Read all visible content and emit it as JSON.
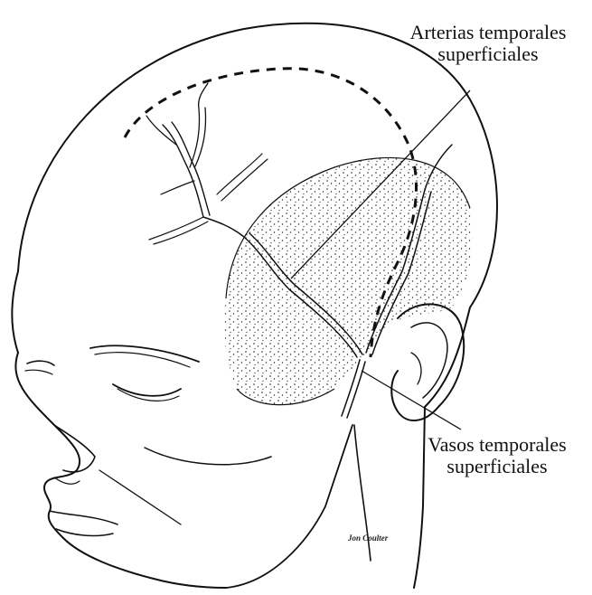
{
  "labels": {
    "superficial_temporal_arteries": "Arterias temporales superficiales",
    "superficial_temporal_arteries_line1": "Arterias temporales",
    "superficial_temporal_arteries_line2": "superficiales",
    "superficial_temporal_vessels_line1": "Vasos temporales",
    "superficial_temporal_vessels_line2": "superficiales"
  },
  "signature": "Jon Coulter",
  "colors": {
    "ink": "#111111",
    "background": "#ffffff"
  }
}
